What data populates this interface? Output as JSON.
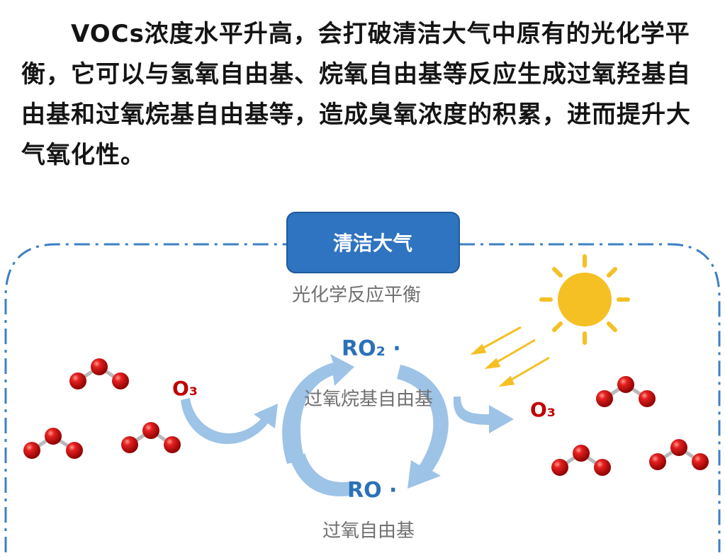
{
  "paragraph": "VOCs浓度水平升高，会打破清洁大气中原有的光化学平衡，它可以与氢氧自由基、烷氧自由基等反应生成过氧羟基自由基和过氧烷基自由基等，造成臭氧浓度的积累，进而提升大气氧化性。",
  "diagram": {
    "box_label": "清洁大气",
    "subtitle": "光化学反应平衡",
    "ro2_label": "RO₂ ·",
    "ro2_name": "过氧烷基自由基",
    "ro_label": "RO ·",
    "ro_name": "过氧自由基",
    "o3_left": "O₃",
    "o3_right": "O₃"
  },
  "colors": {
    "box": "#2f74c0",
    "dash_border": "#3c7fc4",
    "sun": "#f5c024",
    "cycle_arrow": "#9dc3e6",
    "molecule": "#d31818",
    "o3_text": "#c00000",
    "radical_text": "#2a71b8"
  },
  "icons": [
    "sun-icon",
    "sunlight-ray-icon",
    "ozone-molecule-icon",
    "cycle-arrow-icon"
  ]
}
